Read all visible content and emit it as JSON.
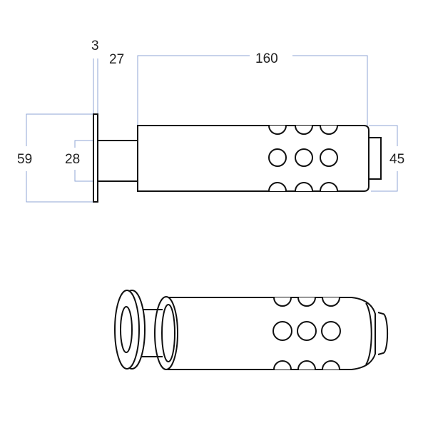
{
  "dimensions": {
    "flange_thickness": "3",
    "shaft_length": "27",
    "body_length": "160",
    "flange_diameter": "59",
    "shaft_diameter": "28",
    "body_diameter": "45"
  },
  "colors": {
    "dimension_line": "#8fa6d6",
    "outline": "#111111"
  }
}
